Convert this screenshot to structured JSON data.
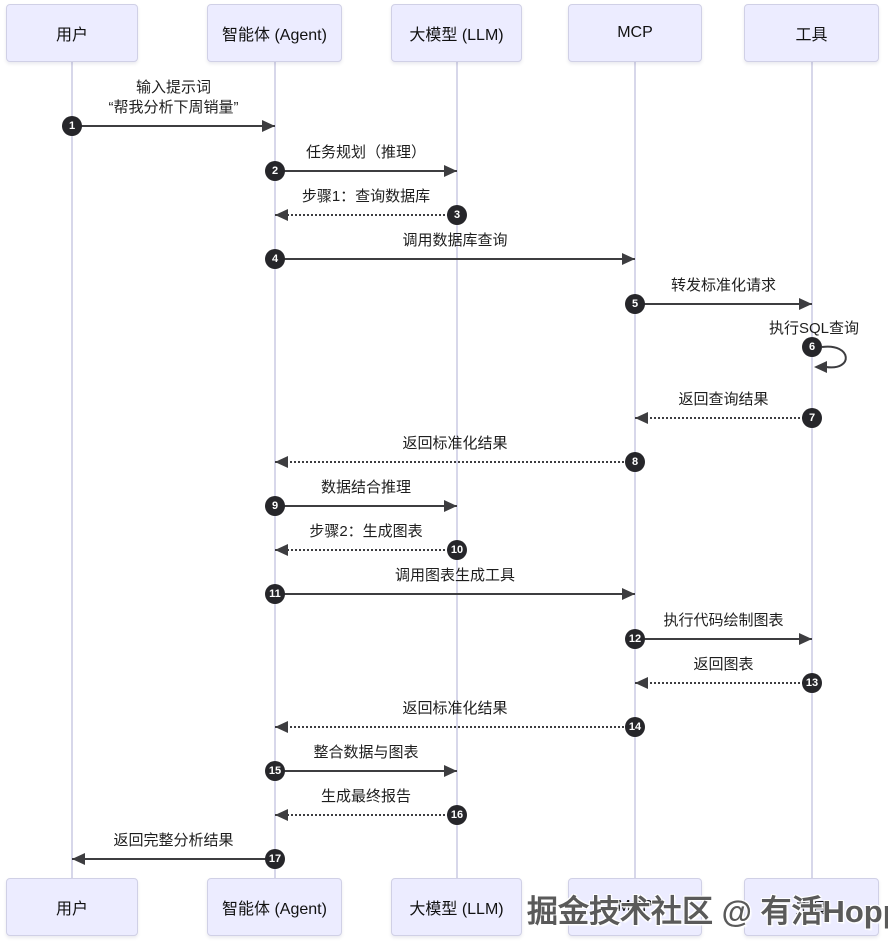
{
  "actors": [
    {
      "name": "用户"
    },
    {
      "name": "智能体 (Agent)"
    },
    {
      "name": "大模型 (LLM)"
    },
    {
      "name": "MCP"
    },
    {
      "name": "工具"
    }
  ],
  "messages": [
    {
      "number": "1",
      "from": 0,
      "to": 1,
      "style": "solid",
      "lines": [
        "输入提示词",
        "“帮我分析下周销量”"
      ]
    },
    {
      "number": "2",
      "from": 1,
      "to": 2,
      "style": "solid",
      "lines": [
        "任务规划（推理）"
      ]
    },
    {
      "number": "3",
      "from": 2,
      "to": 1,
      "style": "dashed",
      "lines": [
        "步骤1：查询数据库"
      ]
    },
    {
      "number": "4",
      "from": 1,
      "to": 3,
      "style": "solid",
      "lines": [
        "调用数据库查询"
      ]
    },
    {
      "number": "5",
      "from": 3,
      "to": 4,
      "style": "solid",
      "lines": [
        "转发标准化请求"
      ]
    },
    {
      "number": "6",
      "from": 4,
      "to": 4,
      "style": "self",
      "lines": [
        "执行SQL查询"
      ]
    },
    {
      "number": "7",
      "from": 4,
      "to": 3,
      "style": "dashed",
      "lines": [
        "返回查询结果"
      ]
    },
    {
      "number": "8",
      "from": 3,
      "to": 1,
      "style": "dashed",
      "lines": [
        "返回标准化结果"
      ]
    },
    {
      "number": "9",
      "from": 1,
      "to": 2,
      "style": "solid",
      "lines": [
        "数据结合推理"
      ]
    },
    {
      "number": "10",
      "from": 2,
      "to": 1,
      "style": "dashed",
      "lines": [
        "步骤2：生成图表"
      ]
    },
    {
      "number": "11",
      "from": 1,
      "to": 3,
      "style": "solid",
      "lines": [
        "调用图表生成工具"
      ]
    },
    {
      "number": "12",
      "from": 3,
      "to": 4,
      "style": "solid",
      "lines": [
        "执行代码绘制图表"
      ]
    },
    {
      "number": "13",
      "from": 4,
      "to": 3,
      "style": "dashed",
      "lines": [
        "返回图表"
      ]
    },
    {
      "number": "14",
      "from": 3,
      "to": 1,
      "style": "dashed",
      "lines": [
        "返回标准化结果"
      ]
    },
    {
      "number": "15",
      "from": 1,
      "to": 2,
      "style": "solid",
      "lines": [
        "整合数据与图表"
      ]
    },
    {
      "number": "16",
      "from": 2,
      "to": 1,
      "style": "dashed",
      "lines": [
        "生成最终报告"
      ]
    },
    {
      "number": "17",
      "from": 1,
      "to": 0,
      "style": "solid",
      "lines": [
        "返回完整分析结果"
      ]
    }
  ],
  "watermark": "掘金技术社区 @ 有活Hopped",
  "colors": {
    "actor_fill": "#ECECFF",
    "actor_border": "#d0d0e6",
    "lifeline": "#d7d7ea",
    "arrow": "#3d3d40",
    "number_bg": "#26262a",
    "number_text": "#ffffff",
    "watermark": "#5a5a5a"
  }
}
